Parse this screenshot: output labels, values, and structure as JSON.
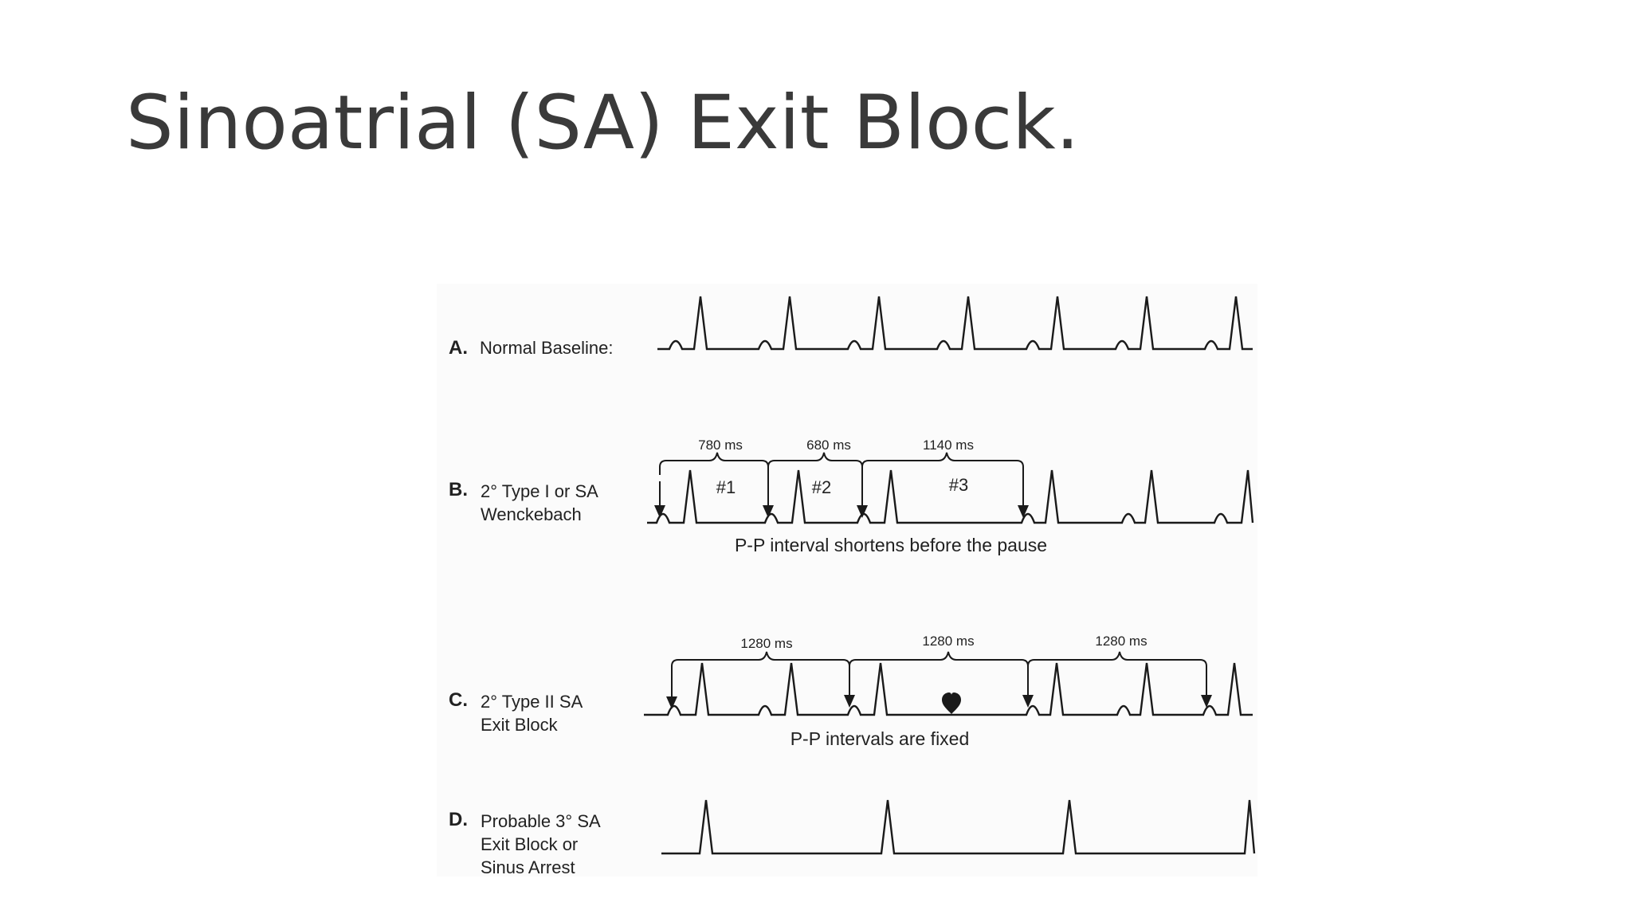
{
  "slide": {
    "title": "Sinoatrial (SA) Exit Block."
  },
  "rows": [
    {
      "letter": "A.",
      "lines": [
        "Normal Baseline:"
      ]
    },
    {
      "letter": "B.",
      "lines": [
        "2° Type I or SA",
        "Wenckebach"
      ],
      "intervals": [
        "780 ms",
        "680 ms",
        "1140 ms"
      ],
      "segments": [
        "#1",
        "#2",
        "#3"
      ],
      "caption": "P-P interval shortens before the pause"
    },
    {
      "letter": "C.",
      "lines": [
        "2° Type II  SA",
        "Exit Block"
      ],
      "intervals": [
        "1280 ms",
        "1280 ms",
        "1280 ms"
      ],
      "caption": "P-P intervals are fixed"
    },
    {
      "letter": "D.",
      "lines": [
        "Probable 3° SA",
        "Exit Block or",
        "Sinus Arrest"
      ]
    }
  ],
  "icons": {
    "dropped_beat": "heart-icon",
    "sa_impulse": "down-arrow-icon"
  }
}
